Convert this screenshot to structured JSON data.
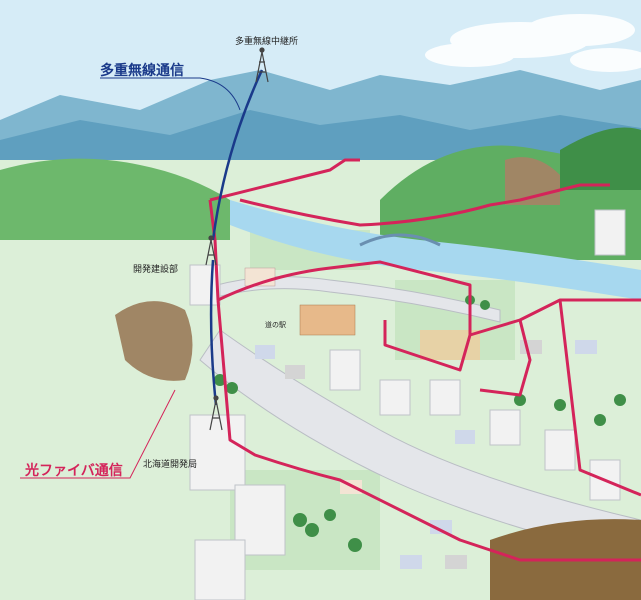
{
  "title": "",
  "labels": {
    "relay_station": "多重無線中継所",
    "multiplex_radio": "多重無線通信",
    "dev_office": "開発建設部",
    "michinoeki": "道の駅",
    "hokkaido_bureau": "北海道開発局",
    "optical_fiber": "光ファイバ通信"
  },
  "colors": {
    "sky": "#d6ecf7",
    "mountain_far": "#7fb6cf",
    "mountain_mid": "#5f9fbf",
    "hill_green": "#5fae62",
    "hill_dark": "#3f8f48",
    "ground": "#dcefd8",
    "ground_alt": "#c9e6c4",
    "road": "#e4e6ea",
    "road_edge": "#b9bdc4",
    "river": "#a7d8ef",
    "fiber": "#d4245a",
    "radio": "#1a3a8a",
    "building": "#f2f2f2",
    "building_shadow": "#bfc3c8"
  }
}
